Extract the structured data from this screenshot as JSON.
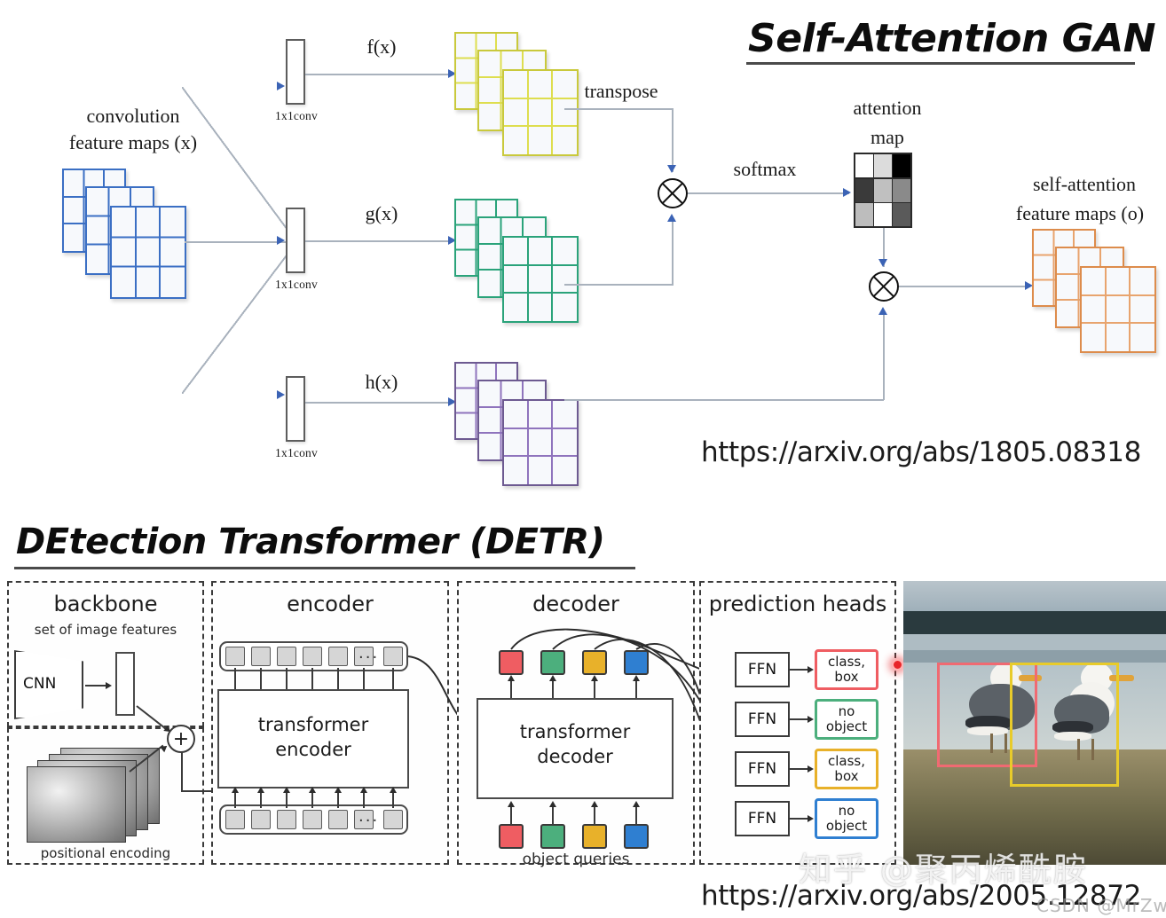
{
  "sagan": {
    "title": "Self-Attention GAN",
    "url": "https://arxiv.org/abs/1805.08318",
    "input_label_line1": "convolution",
    "input_label_line2": "feature maps (x)",
    "conv_label": "1x1conv",
    "branch_f": "f(x)",
    "branch_g": "g(x)",
    "branch_h": "h(x)",
    "transpose": "transpose",
    "softmax": "softmax",
    "attention_label_line1": "attention",
    "attention_label_line2": "map",
    "output_label_line1": "self-attention",
    "output_label_line2": "feature maps (o)",
    "colors": {
      "input_map": "#3b6fc4",
      "f_map": "#d6d63a",
      "g_map": "#2aa37a",
      "h_map": "#7a5fa8",
      "output_map": "#e08b4a",
      "line": "#a9b2bd",
      "arrow": "#3b63b5"
    },
    "attention_map_cells": [
      [
        "#ffffff",
        "#dcdcdc",
        "#000000"
      ],
      [
        "#3a3a3a",
        "#c0c0c0",
        "#8a8a8a"
      ],
      [
        "#bdbdbd",
        "#ffffff",
        "#5a5a5a"
      ]
    ]
  },
  "detr": {
    "title": "DEtection Transformer (DETR)",
    "url": "https://arxiv.org/abs/2005.12872",
    "sections": {
      "backbone": "backbone",
      "encoder": "encoder",
      "decoder": "decoder",
      "prediction_heads": "prediction heads"
    },
    "backbone": {
      "features_caption": "set of image features",
      "cnn": "CNN",
      "positional_encoding": "positional encoding",
      "plus": "+"
    },
    "encoder": {
      "box_line1": "transformer",
      "box_line2": "encoder",
      "dots": "···",
      "token_count": 6
    },
    "decoder": {
      "box_line1": "transformer",
      "box_line2": "decoder",
      "object_queries": "object queries",
      "query_colors": [
        "#ef5d62",
        "#4caf7d",
        "#e8b12a",
        "#2f7fd1"
      ]
    },
    "prediction_heads": {
      "ffn": "FFN",
      "outputs": [
        {
          "line1": "class,",
          "line2": "box",
          "color": "#ef5d62"
        },
        {
          "line1": "no",
          "line2": "object",
          "color": "#4caf7d"
        },
        {
          "line1": "class,",
          "line2": "box",
          "color": "#e8b12a"
        },
        {
          "line1": "no",
          "line2": "object",
          "color": "#2f7fd1"
        }
      ]
    },
    "photo": {
      "bbox_colors": [
        "#f06a72",
        "#e8cb2a"
      ]
    }
  },
  "watermarks": {
    "zhihu": "知乎 @聚丙烯酰胺",
    "csdn": "CSDN @MrZwX"
  }
}
